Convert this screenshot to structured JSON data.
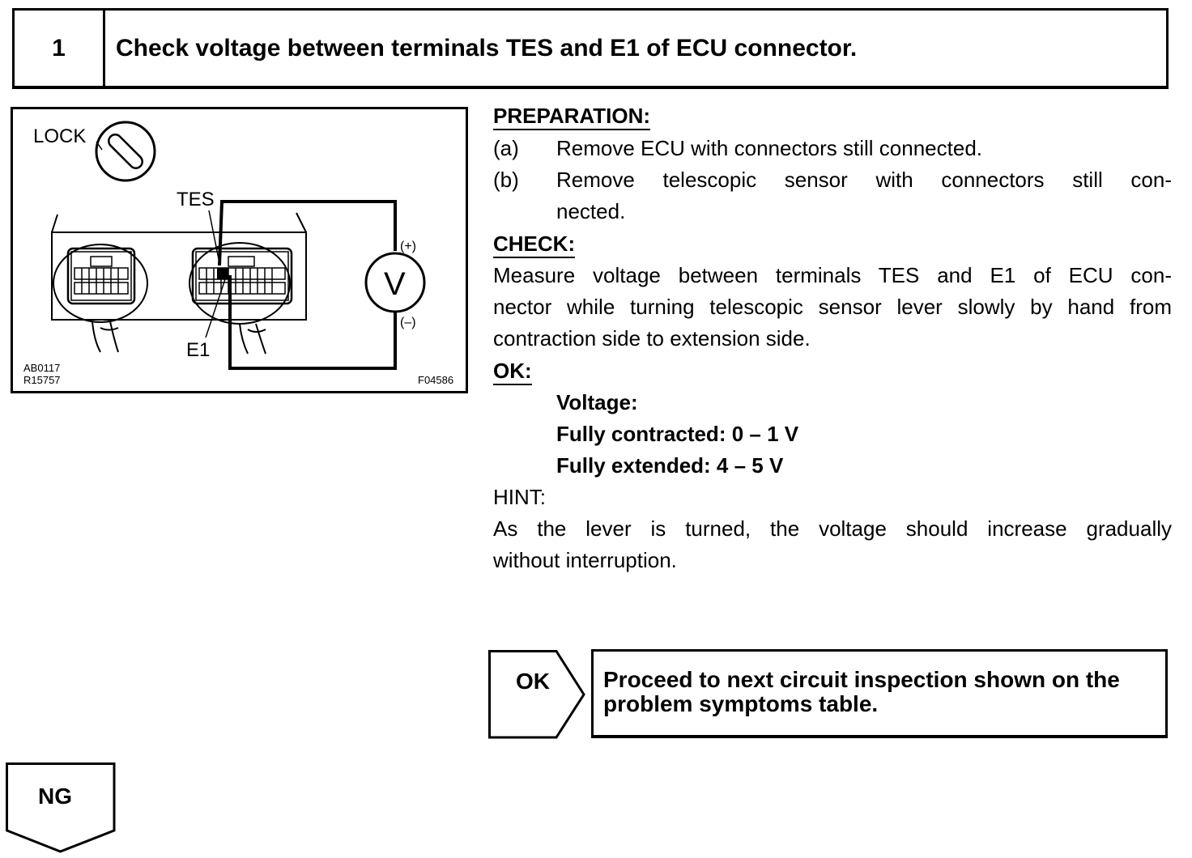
{
  "step": {
    "number": "1",
    "title": "Check voltage between terminals TES and E1 of ECU connector."
  },
  "figure": {
    "lock_label": "LOCK",
    "tes_label": "TES",
    "e1_label": "E1",
    "plus_label": "(+)",
    "minus_label": "(–)",
    "meter_label": "V",
    "code_1": "AB0117",
    "code_2": "R15757",
    "code_3": "F04586"
  },
  "preparation": {
    "heading": "PREPARATION:",
    "a_label": "(a)",
    "a_text": "Remove ECU with connectors still connected.",
    "b_label": "(b)",
    "b_text_1": "Remove telescopic sensor with connectors still con-",
    "b_text_2": "nected."
  },
  "check": {
    "heading": "CHECK:",
    "line_1": "Measure voltage between terminals TES and E1 of ECU con-",
    "line_2": "nector while turning telescopic sensor lever slowly by hand from",
    "line_3": "contraction side to extension side."
  },
  "ok": {
    "heading": "OK:",
    "voltage": "Voltage:",
    "contracted": "Fully contracted: 0 – 1 V",
    "extended": "Fully extended: 4 – 5 V"
  },
  "hint": {
    "heading": "HINT:",
    "line_1": "As the lever is turned, the voltage should increase gradually",
    "line_2": "without interruption."
  },
  "result_ok": {
    "label": "OK",
    "text": "Proceed to next circuit inspection shown on the problem symptoms table."
  },
  "result_ng": {
    "label": "NG"
  }
}
